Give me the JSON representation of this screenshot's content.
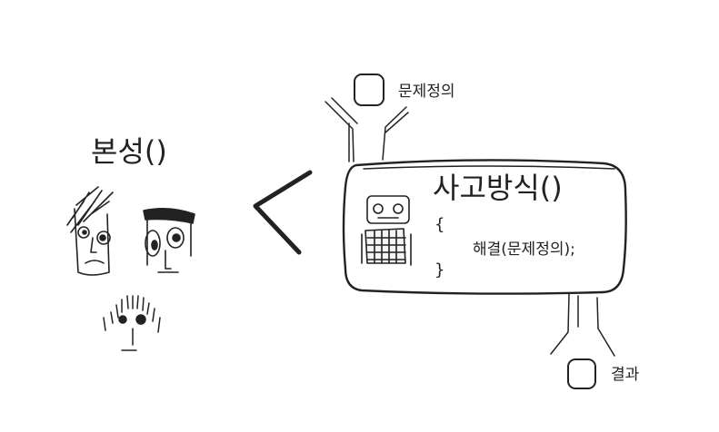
{
  "left_group": {
    "title": "본성()"
  },
  "machine_box": {
    "title": "사고방식()",
    "open_brace": "{",
    "call": "해결(문제정의);",
    "close_brace": "}"
  },
  "input_node": {
    "label": "문제정의"
  },
  "output_node": {
    "label": "결과"
  },
  "colors": {
    "ink": "#222222",
    "background": "#ffffff"
  },
  "icons": [
    "face-messy-hair-icon",
    "face-flat-hair-icon",
    "face-spiky-hair-icon",
    "robot-icon",
    "less-than-arrow-icon"
  ]
}
